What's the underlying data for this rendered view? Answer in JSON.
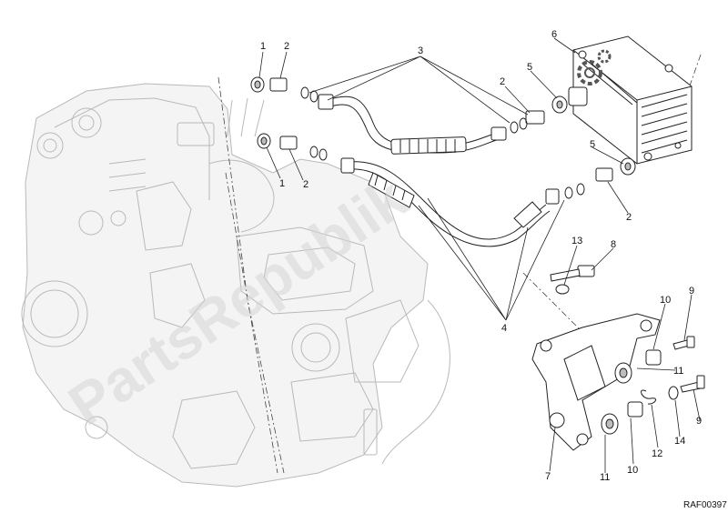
{
  "watermark": "PartsRepublik",
  "reference_code": "RAF00397",
  "callouts": [
    {
      "id": "c1a",
      "label": "1"
    },
    {
      "id": "c2a",
      "label": "2"
    },
    {
      "id": "c3",
      "label": "3"
    },
    {
      "id": "c6",
      "label": "6"
    },
    {
      "id": "c5a",
      "label": "5"
    },
    {
      "id": "c2b",
      "label": "2"
    },
    {
      "id": "c5b",
      "label": "5"
    },
    {
      "id": "c1b",
      "label": "1"
    },
    {
      "id": "c2c",
      "label": "2"
    },
    {
      "id": "c2d",
      "label": "2"
    },
    {
      "id": "c13",
      "label": "13"
    },
    {
      "id": "c8",
      "label": "8"
    },
    {
      "id": "c4",
      "label": "4"
    },
    {
      "id": "c10a",
      "label": "10"
    },
    {
      "id": "c9a",
      "label": "9"
    },
    {
      "id": "c11a",
      "label": "11"
    },
    {
      "id": "c9b",
      "label": "9"
    },
    {
      "id": "c14",
      "label": "14"
    },
    {
      "id": "c12",
      "label": "12"
    },
    {
      "id": "c10b",
      "label": "10"
    },
    {
      "id": "c11b",
      "label": "11"
    },
    {
      "id": "c7",
      "label": "7"
    }
  ]
}
